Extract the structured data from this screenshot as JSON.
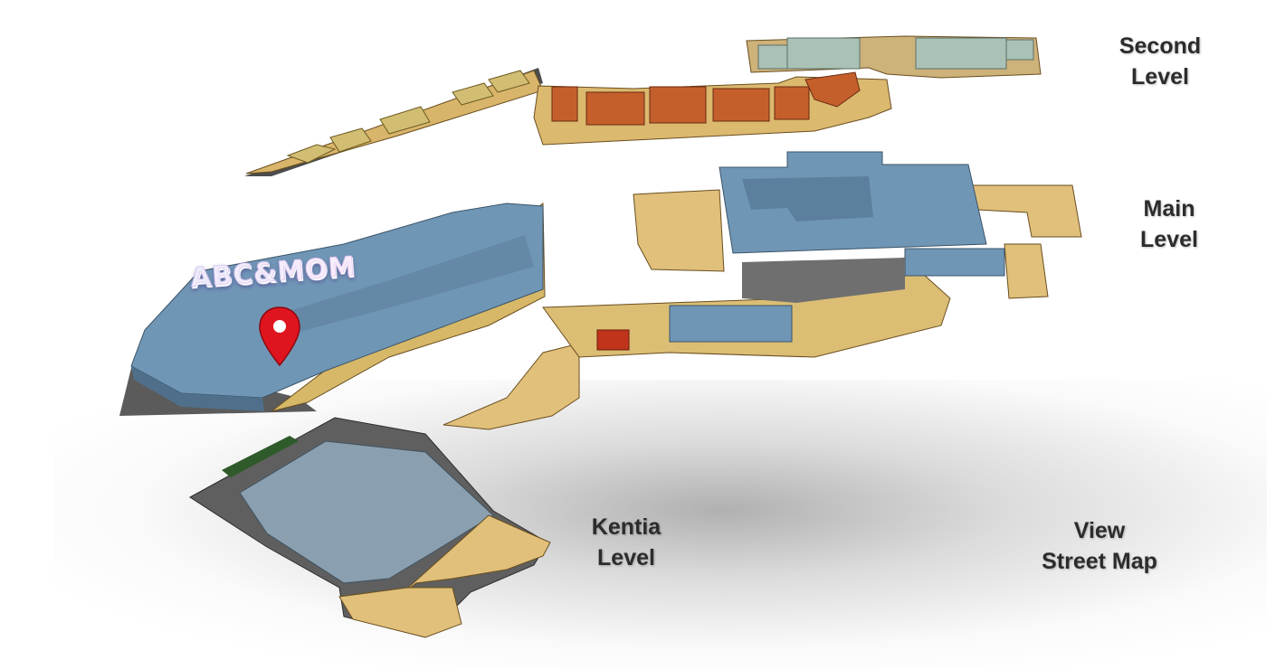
{
  "levels": {
    "second": "Second\nLevel",
    "main": "Main\nLevel",
    "kentia": "Kentia\nLevel"
  },
  "actions": {
    "view_street_map": "View\nStreet Map"
  },
  "marker": {
    "label": "ABC&MOM",
    "icon": "location-pin-icon",
    "color": "#e0141e"
  },
  "colors": {
    "corridor": "#e0c07a",
    "dark_floor": "#6f6f6f",
    "store_blue": "#6f93b3",
    "store_orange": "#c45f2c",
    "store_tan": "#d5c177",
    "store_green": "#a9c2b5"
  }
}
